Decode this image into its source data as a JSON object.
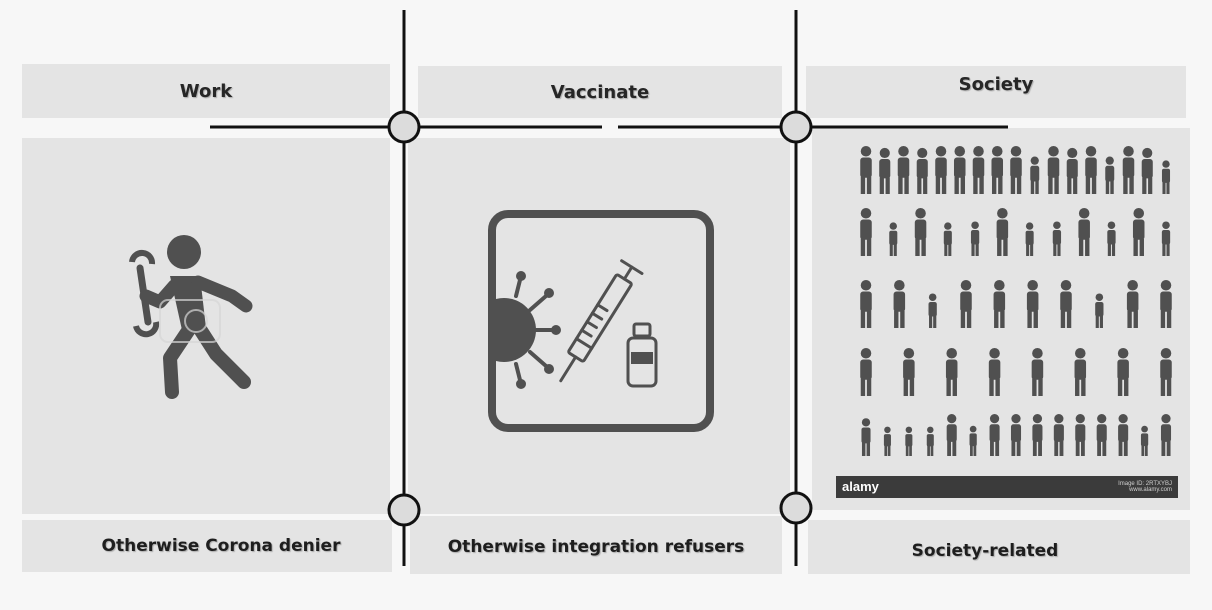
{
  "columns": [
    {
      "header": "Work",
      "footer": "Otherwise Corona denier",
      "icon": "worker-with-wrench-icon"
    },
    {
      "header": "Vaccinate",
      "footer": "Otherwise integration refusers",
      "icon": "virus-syringe-vial-icon"
    },
    {
      "header": "Society",
      "footer": "Society-related",
      "icon": "family-silhouettes-icon"
    }
  ],
  "watermark": {
    "logo": "alamy",
    "image_id": "Image ID: 2RTXYBJ",
    "site": "www.alamy.com"
  },
  "colors": {
    "line": "#111111",
    "node_fill": "#dcdcdc",
    "icon": "#505050",
    "box": "#e4e4e4"
  }
}
